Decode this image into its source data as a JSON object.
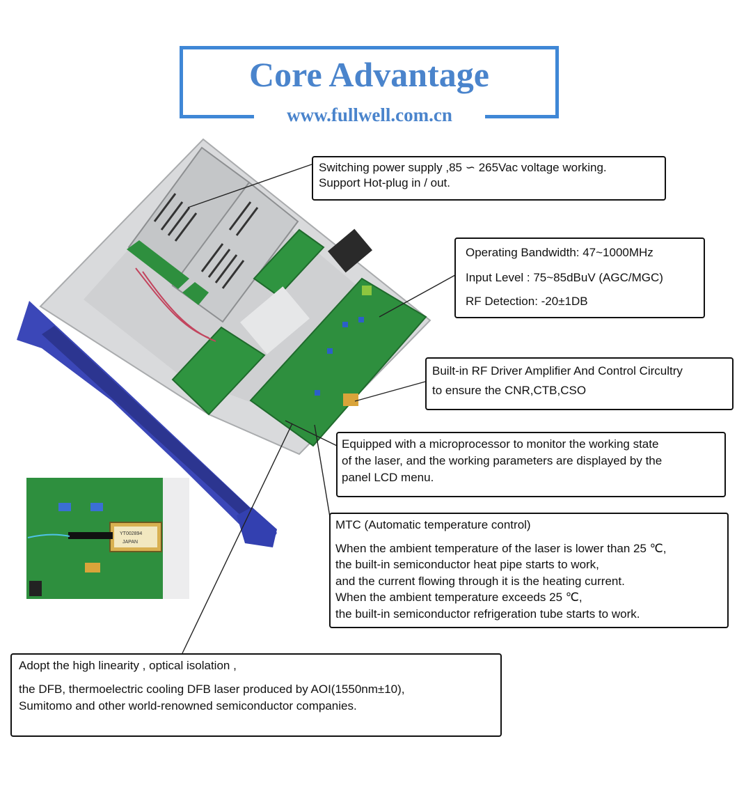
{
  "header": {
    "title": "Core Advantage",
    "website": "www.fullwell.com.cn"
  },
  "annotations": {
    "power_supply": {
      "line1": "Switching power supply ,85 ∽ 265Vac voltage working.",
      "line2": "Support Hot-plug in / out."
    },
    "specs": {
      "bandwidth": "Operating Bandwidth: 47~1000MHz",
      "input_level": "Input Level : 75~85dBuV (AGC/MGC)",
      "rf_detection": "RF Detection: -20±1DB"
    },
    "rf_driver": {
      "line1": "Built-in RF Driver Amplifier And Control Circultry",
      "line2": "to ensure the CNR,CTB,CSO"
    },
    "microprocessor": {
      "line1": "Equipped with a microprocessor to monitor the working state",
      "line2": "of the laser, and the working parameters are displayed by the",
      "line3": "panel LCD menu."
    },
    "mtc": {
      "heading": "MTC (Automatic temperature control)",
      "line1": "When the ambient temperature of the laser is lower than 25 ℃,",
      "line2": "the built-in semiconductor heat pipe starts to work,",
      "line3": "and the current flowing through it is the heating current.",
      "line4": "When the ambient temperature exceeds 25 ℃,",
      "line5": "the built-in semiconductor refrigeration tube starts to work."
    },
    "laser": {
      "line1": "Adopt the high linearity , optical isolation ,",
      "line2": "the DFB, thermoelectric cooling DFB laser produced by AOI(1550nm±10),",
      "line3": "Sumitomo and  other world-renowned semiconductor companies."
    }
  },
  "photo": {
    "chip_label_1": "YT002894",
    "chip_label_2": "JAPAN"
  },
  "colors": {
    "brand_blue": "#4a84cc",
    "chassis_blue": "#3b47b8",
    "pcb_green": "#2e8f3e",
    "chassis_silver": "#d9dadc"
  }
}
